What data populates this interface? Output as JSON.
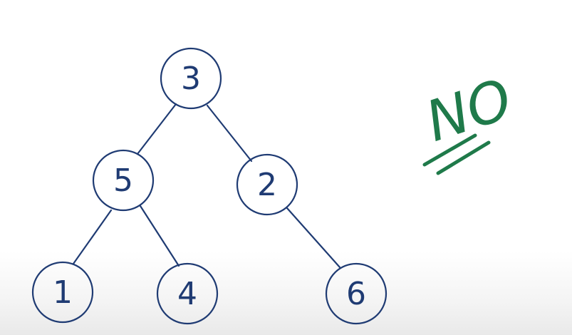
{
  "diagram": {
    "type": "binary-tree",
    "nodes": [
      {
        "id": "n3",
        "label": "3"
      },
      {
        "id": "n5",
        "label": "5"
      },
      {
        "id": "n2",
        "label": "2"
      },
      {
        "id": "n1",
        "label": "1"
      },
      {
        "id": "n4",
        "label": "4"
      },
      {
        "id": "n6",
        "label": "6"
      }
    ],
    "edges": [
      {
        "from": "n3",
        "to": "n5"
      },
      {
        "from": "n3",
        "to": "n2"
      },
      {
        "from": "n5",
        "to": "n1"
      },
      {
        "from": "n5",
        "to": "n4"
      },
      {
        "from": "n2",
        "to": "n6"
      }
    ],
    "colors": {
      "node": "#1f3b73",
      "annotation": "#1f7a4a"
    }
  },
  "annotation": {
    "text": "NO"
  }
}
